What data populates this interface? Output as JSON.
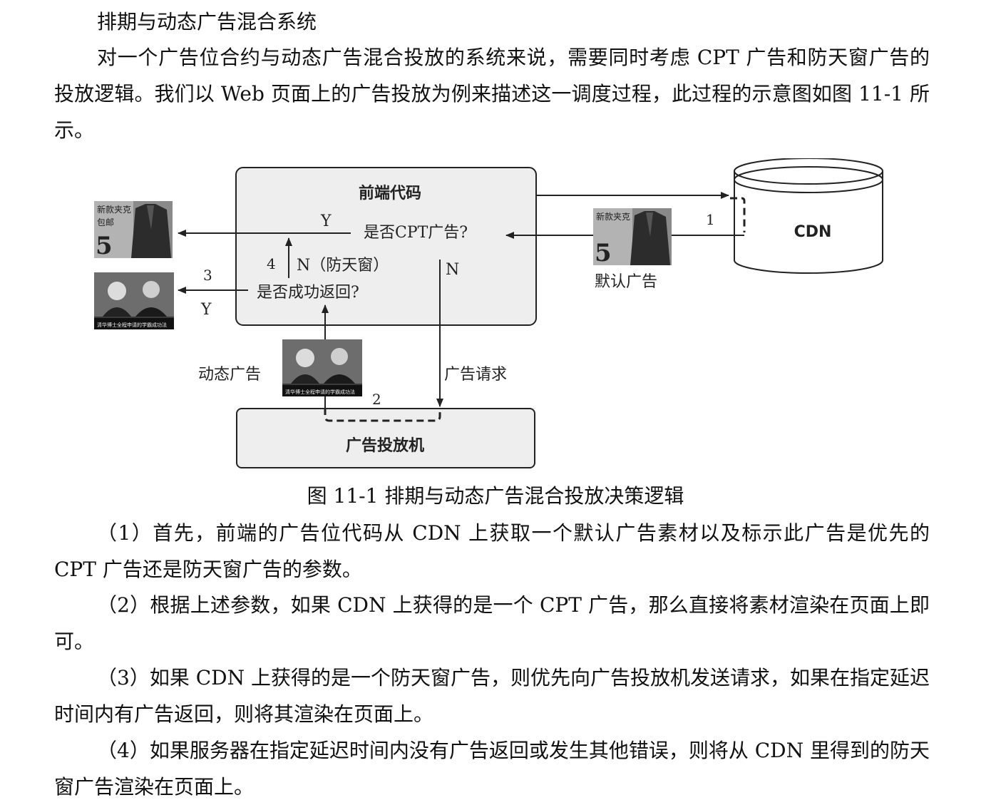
{
  "heading": "排期与动态广告混合系统",
  "intro": "对一个广告位合约与动态广告混合投放的系统来说，需要同时考虑 CPT 广告和防天窗广告的投放逻辑。我们以 Web 页面上的广告投放为例来描述这一调度过程，此过程的示意图如图 11-1 所示。",
  "figure": {
    "frontend_title": "前端代码",
    "q_cpt": "是否CPT广告?",
    "q_success": "是否成功返回?",
    "label_y_top": "Y",
    "label_y_bottom": "Y",
    "label_n_antiskylight": "N（防天窗）",
    "label_n": "N",
    "step1": "1",
    "step2": "2",
    "step3": "3",
    "step4": "4",
    "cdn": "CDN",
    "default_ad": "默认广告",
    "dynamic_ad": "动态广告",
    "ad_request": "广告请求",
    "ad_server": "广告投放机",
    "jacket_ad_text_1": "新款夹克",
    "jacket_ad_text_2": "包邮",
    "jacket_ad_number": "5",
    "video_ad_caption": "清华博士全程申请的学霸成功法"
  },
  "caption": "图 11-1  排期与动态广告混合投放决策逻辑",
  "steps": [
    "（1）首先，前端的广告位代码从 CDN 上获取一个默认广告素材以及标示此广告是优先的 CPT 广告还是防天窗广告的参数。",
    "（2）根据上述参数，如果 CDN 上获得的是一个 CPT 广告，那么直接将素材渲染在页面上即可。",
    "（3）如果 CDN 上获得的是一个防天窗广告，则优先向广告投放机发送请求，如果在指定延迟时间内有广告返回，则将其渲染在页面上。",
    "（4）如果服务器在指定延迟时间内没有广告返回或发生其他错误，则将从 CDN 里得到的防天窗广告渲染在页面上。"
  ]
}
